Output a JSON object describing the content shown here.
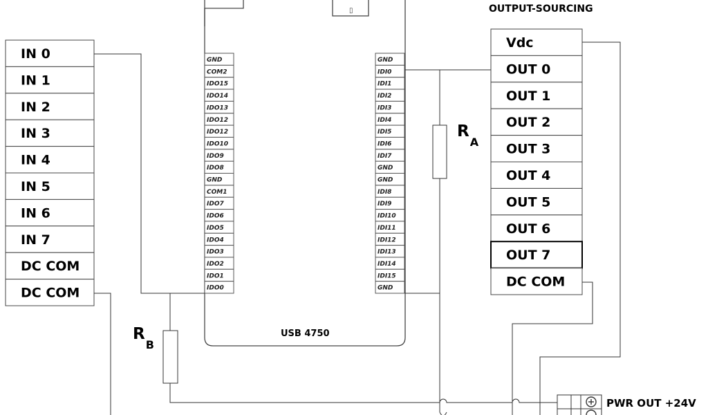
{
  "output_header": "OUTPUT-SOURCING",
  "board_label": "USB 4750",
  "left_terminal": [
    "IN 0",
    "IN 1",
    "IN 2",
    "IN 3",
    "IN 4",
    "IN 5",
    "IN 6",
    "IN 7",
    "DC COM",
    "DC COM"
  ],
  "right_terminal": [
    "Vdc",
    "OUT 0",
    "OUT 1",
    "OUT 2",
    "OUT 3",
    "OUT 4",
    "OUT 5",
    "OUT 6",
    "OUT 7",
    "DC COM"
  ],
  "board_left_pins": [
    "GND",
    "COM2",
    "IDO15",
    "IDO14",
    "IDO13",
    "IDO12",
    "IDO12",
    "IDO10",
    "IDO9",
    "IDO8",
    "GND",
    "COM1",
    "IDO7",
    "IDO6",
    "IDO5",
    "IDO4",
    "IDO3",
    "IDO2",
    "IDO1",
    "IDO0"
  ],
  "board_right_pins": [
    "GND",
    "IDI0",
    "IDI1",
    "IDI2",
    "IDI3",
    "IDI4",
    "IDI5",
    "IDI6",
    "IDI7",
    "GND",
    "GND",
    "IDI8",
    "IDI9",
    "IDI10",
    "IDI11",
    "IDI12",
    "IDI13",
    "IDI14",
    "IDI15",
    "GND"
  ],
  "resistor_a": {
    "letter": "R",
    "subscript": "A"
  },
  "resistor_b": {
    "letter": "R",
    "subscript": "B"
  },
  "power_label": "PWR OUT +24V"
}
